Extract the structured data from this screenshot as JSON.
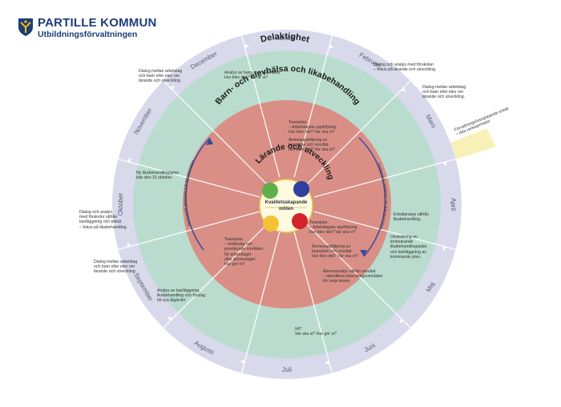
{
  "header": {
    "org_name": "PARTILLE KOMMUN",
    "department": "Utbildningsförvaltningen"
  },
  "rings": {
    "outer": "Delaktighet",
    "middle": "Barn- och elevhälsa och likabehandling",
    "inner": "Lärande och utveckling",
    "center": "Kvalitetsskapande möten"
  },
  "months": [
    "Januari",
    "Februari",
    "Mars",
    "April",
    "Maj",
    "Juni",
    "Juli",
    "Augusti",
    "September",
    "Oktober",
    "November",
    "December"
  ],
  "notes": {
    "n_dec": "Dialog mellan arbetslag\noch barn eller elev om\nlärande och utveckling.",
    "n_feb1": "Dialog och analys med förskolan\n– fokus på lärande och utveckling.",
    "n_feb2": "Dialog mellan arbetslag\noch barn eller elev om\nlärande och utveckling.",
    "n_jan_mid": "Analys av barn- och elevhälsa\nHur blev det? Var är vi?",
    "n_team1": "Teamplan.\n– Arbetslagets uppföljning.\nHur blev det? Var ska vi?",
    "n_team2": "Ämnesuppföljning av\nteamplan och resultat.\nHur blev det? Var ska vi?",
    "n_nov": "Ny likabehandlingsplan\nklar den 15 oktober.",
    "n_okt": "Dialog och analys\nmed förskolor utifrån\nkartläggning och enkät\n– fokus på likabehandling.",
    "n_sep": "Dialog mellan arbetslag\noch barn eller elev om\nlärande och utveckling.",
    "n_team3": "Teamplan.\n– Inriktning och\nprioriterade områden\nför arbetslaget\neller ämneslaget.\nHur gör vi?",
    "n_aug": "Analys av kartläggning,\nlikabehandling och förslag\ntill nya åtgärder.",
    "n_team4": "Teamplan.\n– Arbetslagets uppföljning.\nHur blev det? Var ska vi?",
    "n_team5": "Ämnesuppföljning av\nteamplan och resultat.\nHur blev det? Var ska vi?",
    "n_apr1": "Enkätanalys utifrån\nlikabehandling.",
    "n_apr2": "Utvärdering av\ninnevarande\nlikabehandlingsplan\noch kartläggning av\nkommande plan.",
    "n_maj": "Ämnesanalys utifrån resultat\n– identifiera utvecklingsområden\nför varje ämne.",
    "n_jun": "IHT\nVar ska vi? Hur gör vi?",
    "n_beam": "Förvaltningsövergripande enkät\n– Alla verksamheter"
  },
  "arcs": {
    "left": "Pedagogisk planering och dokumentation",
    "right": "Pedagogisk planering och dokumentation"
  },
  "colors": {
    "outer_ring": "#d9d9ec",
    "middle_ring": "#b9dccf",
    "inner_disc": "#d98f86",
    "center_disc": "#fdfae0",
    "bubble_green": "#5fb04a",
    "bubble_blue": "#2e3f9c",
    "bubble_yellow": "#f5c332",
    "bubble_red": "#d2232a",
    "beam": "#f6eeaa",
    "brand": "#1d3c7a"
  }
}
